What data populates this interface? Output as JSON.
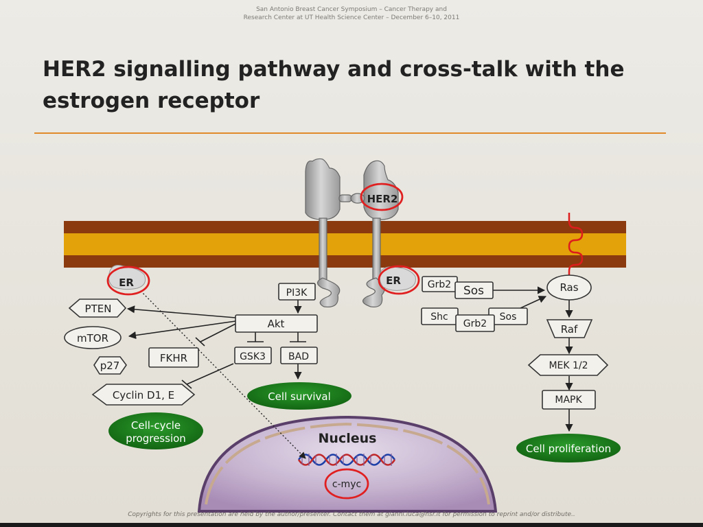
{
  "header": {
    "line1": "San Antonio Breast Cancer Symposium – Cancer Therapy and",
    "line2": "Research Center at UT Health Science Center – December 6–10, 2011"
  },
  "title": {
    "line1": "HER2 signalling pathway and cross-talk with the",
    "line2": "estrogen receptor"
  },
  "footer": "Copyrights for this presentation are held by the author/presenter.   Contact them at gianni.luca@hsr.it for permission  to reprint and/or distribute..",
  "nodes": {
    "her2": "HER2",
    "er_left": "ER",
    "er_right": "ER",
    "pi3k": "PI3K",
    "akt": "Akt",
    "pten": "PTEN",
    "mtor": "mTOR",
    "p27": "p27",
    "fkhr": "FKHR",
    "gsk3": "GSK3",
    "bad": "BAD",
    "cyclin": "Cyclin D1, E",
    "grb2_top": "Grb2",
    "sos_top": "Sos",
    "shc": "Shc",
    "grb2_bottom": "Grb2",
    "sos_bottom": "Sos",
    "ras": "Ras",
    "raf": "Raf",
    "mek": "MEK 1/2",
    "mapk": "MAPK",
    "nucleus": "Nucleus",
    "cmyc": "c-myc"
  },
  "outcomes": {
    "cell_survival": "Cell survival",
    "cell_cycle_1": "Cell-cycle",
    "cell_cycle_2": "progression",
    "cell_proliferation": "Cell proliferation"
  },
  "colors": {
    "membrane_outer": "#8b3a10",
    "membrane_inner": "#e3a20a",
    "highlight_ring": "#e02020",
    "outcome_green": "#1d7a1d",
    "title_rule": "#e08a2a"
  }
}
